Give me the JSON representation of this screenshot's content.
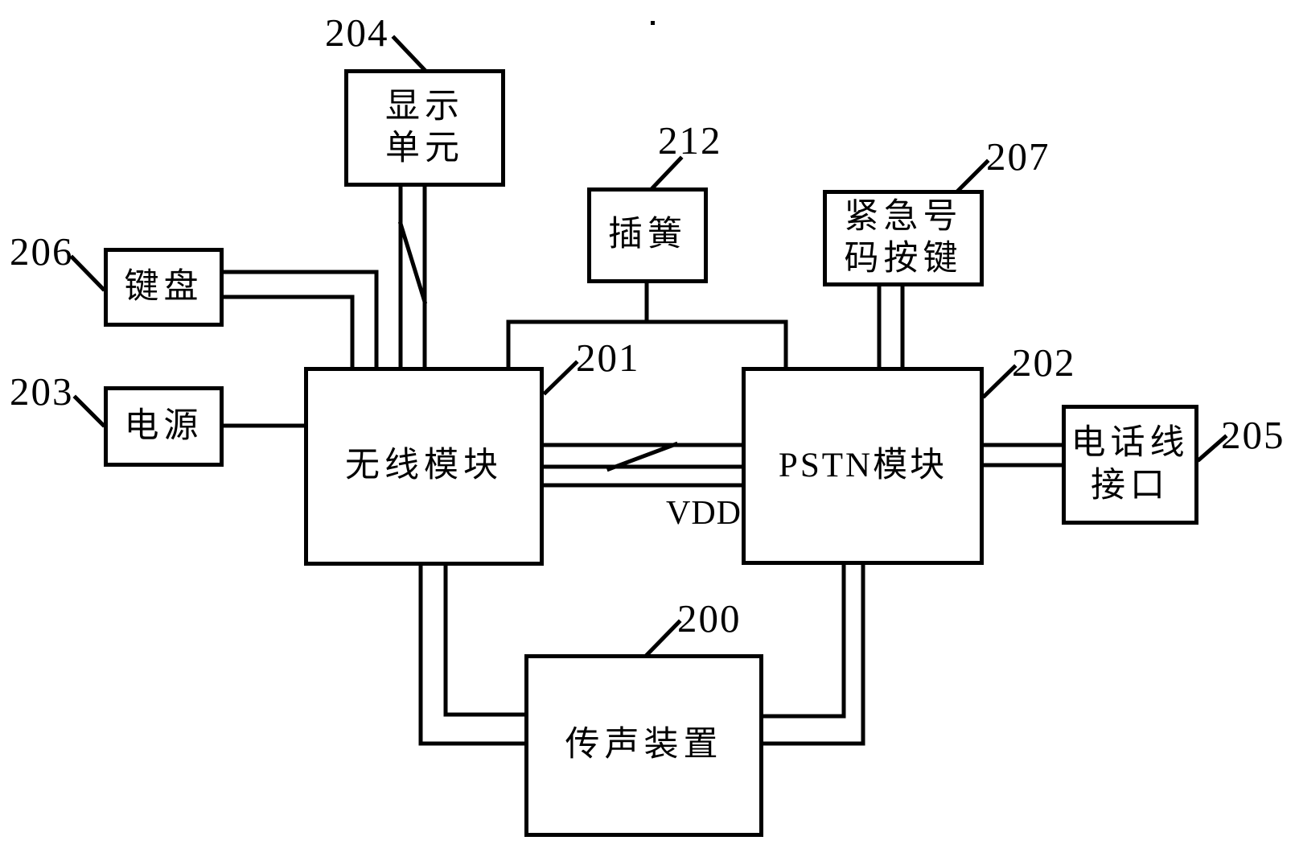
{
  "figure": {
    "type": "patent-block-diagram",
    "background_color": "#ffffff",
    "ink_color": "#000000"
  },
  "blocks": {
    "sound_device": {
      "id": "200",
      "label_lines": [
        "传声装置"
      ]
    },
    "wireless_module": {
      "id": "201",
      "label_lines": [
        "无线模块"
      ]
    },
    "pstn_module": {
      "id": "202",
      "label_lines": [
        "PSTN模块"
      ]
    },
    "power": {
      "id": "203",
      "label_lines": [
        "电源"
      ]
    },
    "display_unit": {
      "id": "204",
      "label_lines": [
        "显示",
        "单元"
      ]
    },
    "phone_line_interface": {
      "id": "205",
      "label_lines": [
        "电话线",
        "接口"
      ]
    },
    "keyboard": {
      "id": "206",
      "label_lines": [
        "键盘"
      ]
    },
    "emergency_button": {
      "id": "207",
      "label_lines": [
        "紧急号",
        "码按键"
      ]
    },
    "plug_spring": {
      "id": "212",
      "label_lines": [
        "插簧"
      ]
    }
  },
  "annotations": {
    "vdd_label": "VDD"
  }
}
